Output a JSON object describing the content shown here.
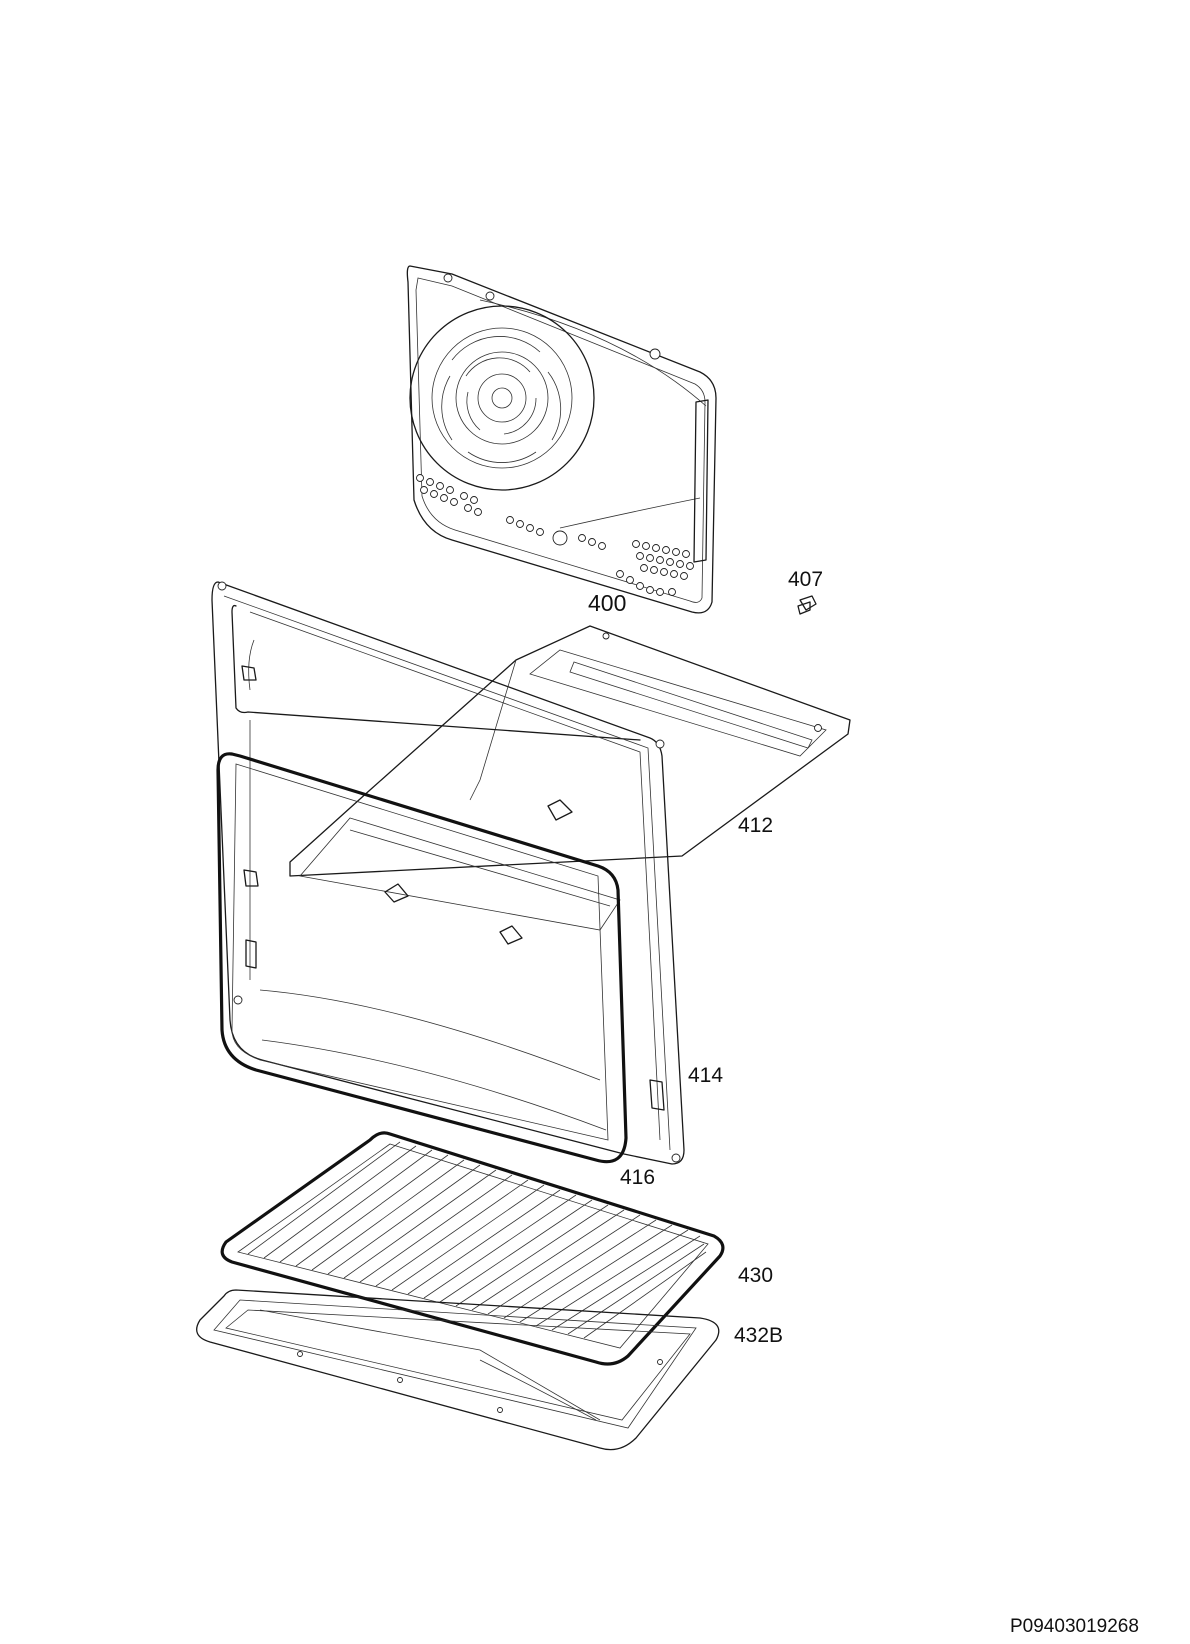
{
  "diagram": {
    "parts": [
      {
        "id": "400",
        "label": "400",
        "name": "rear-fan-cover-panel"
      },
      {
        "id": "407",
        "label": "407",
        "name": "clip"
      },
      {
        "id": "412",
        "label": "412",
        "name": "oven-cavity-liner"
      },
      {
        "id": "414",
        "label": "414",
        "name": "oven-front-frame"
      },
      {
        "id": "416",
        "label": "416",
        "name": "door-seal-gasket"
      },
      {
        "id": "430",
        "label": "430",
        "name": "wire-shelf"
      },
      {
        "id": "432B",
        "label": "432B",
        "name": "baking-tray"
      }
    ],
    "document_code": "P09403019268"
  }
}
